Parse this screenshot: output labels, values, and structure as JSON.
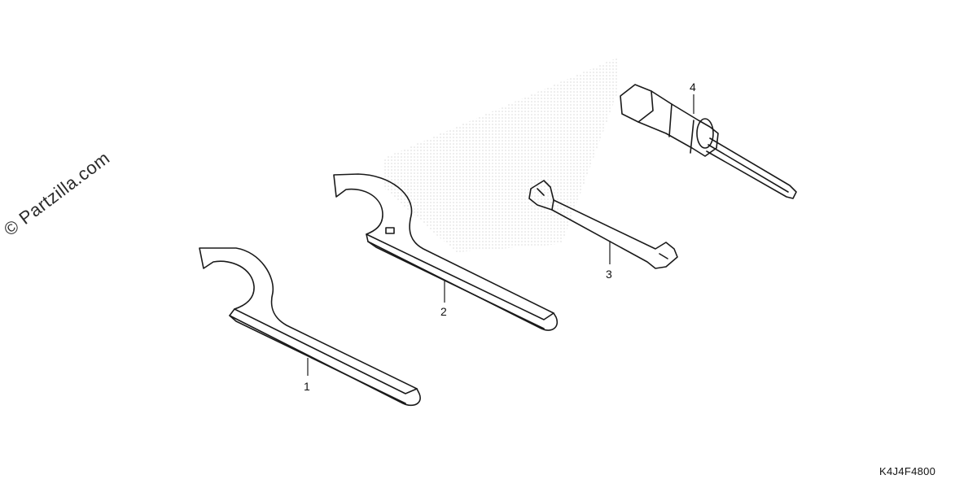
{
  "watermark": "© Partzilla.com",
  "diagram_code": "K4J4F4800",
  "parts": [
    {
      "number": "1"
    },
    {
      "number": "2"
    },
    {
      "number": "3"
    },
    {
      "number": "4"
    }
  ]
}
